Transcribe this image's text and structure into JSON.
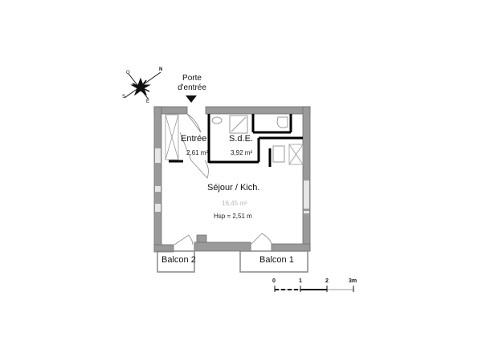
{
  "plan": {
    "entry_label_line1": "Porte",
    "entry_label_line2": "d'entrée",
    "compass": {
      "icon": "compass-rose-icon",
      "north": "N",
      "south": "S",
      "east": "E",
      "west": "O"
    },
    "rooms": [
      {
        "name": "Entrée",
        "area": "2,61 m²"
      },
      {
        "name": "S.d.E.",
        "area": "3,92 m²"
      },
      {
        "name": "Séjour / Kich.",
        "area": "16,45 m²",
        "height": "Hsp = 2,51 m"
      },
      {
        "name": "Balcon 2"
      },
      {
        "name": "Balcon 1"
      }
    ],
    "scale_bar": {
      "ticks": [
        "0",
        "1",
        "2",
        "3m"
      ]
    },
    "colors": {
      "wall": "#9a9a9a",
      "wall_edge": "#6e6e6e",
      "partition": "#000000",
      "fixture": "#a0a0a0"
    }
  }
}
